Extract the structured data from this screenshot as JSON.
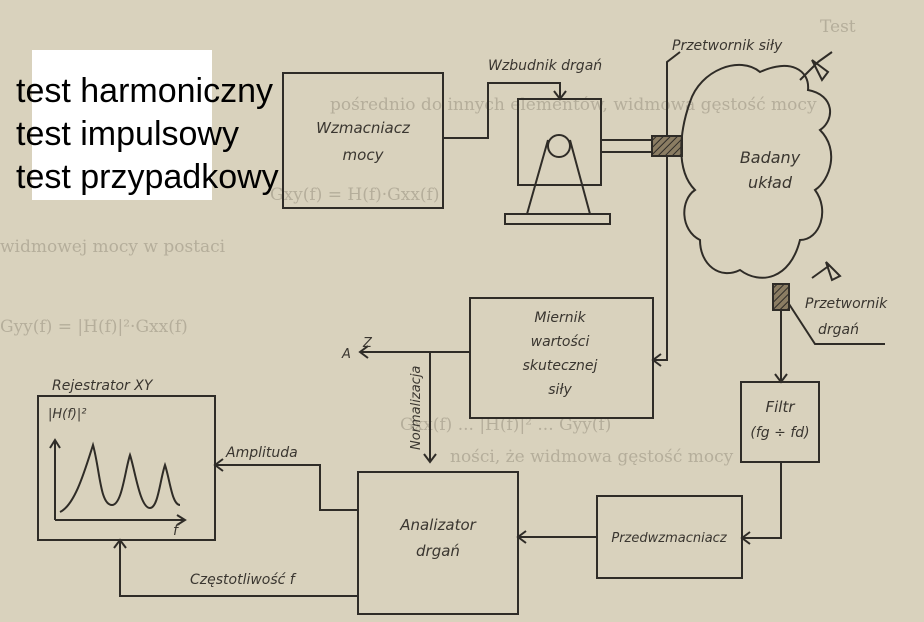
{
  "overlay": {
    "lines": [
      "test harmoniczny",
      "test impulsowy",
      "test przypadkowy"
    ]
  },
  "diagram": {
    "amplifier": [
      "Wzmacniacz",
      "mocy"
    ],
    "exciter": "Wzbudnik drgań",
    "force_transducer": "Przetwornik siły",
    "tested_system": [
      "Badany",
      "układ"
    ],
    "vibration_transducer": [
      "Przetwornik",
      "drgań"
    ],
    "rms_meter": [
      "Miernik",
      "wartości",
      "skutecznej",
      "siły"
    ],
    "filter": [
      "Filtr",
      "(fg ÷ fd)"
    ],
    "preamp": "Przedwzmacniacz",
    "analyzer": [
      "Analizator",
      "drgań"
    ],
    "recorder_title": "Rejestrator XY",
    "recorder_ylabel": "|H(f)|²",
    "recorder_xlabel": "f",
    "amplitude": "Amplituda",
    "frequency": "Częstotliwość f",
    "normalization": "Normalizacja",
    "z_label": "Z",
    "a_label": "A"
  },
  "background_text": [
    "Test",
    "pośrednio do innych elementów, widmowa gęstość mocy",
    "Gxy(f) = H(f)·Gxx(f)",
    "widmowej mocy w postaci",
    "Gyy(f) = |H(f)|²·Gxx(f)",
    "Gxx(f) ... |H(f)|² ... Gyy(f)",
    "ności, że widmowa gęstość mocy"
  ]
}
